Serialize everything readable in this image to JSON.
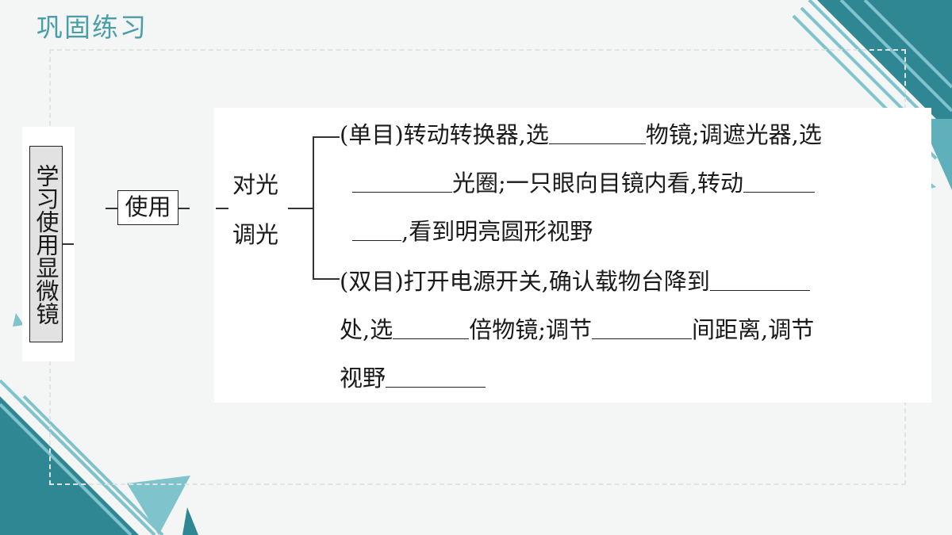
{
  "header": {
    "title": "巩固练习"
  },
  "mindmap": {
    "root_label": "学习使用显微镜",
    "node_label": "使用",
    "branch_label_1": "对光",
    "branch_label_2": "调光",
    "mono_prefix": "(单目)",
    "mono_line1_a": "转动转换器,选",
    "mono_line1_b": "物镜;调遮光器,选",
    "mono_line2_a": "光圈;一只眼向目镜内看,转动",
    "mono_line3_a": ",看到明亮圆形视野",
    "bino_prefix": "(双目)",
    "bino_line1_a": "打开电源开关,确认载物台降到",
    "bino_line2_a": "处,选",
    "bino_line2_b": "倍物镜;调节",
    "bino_line2_c": "间距离,调节",
    "bino_line3_a": "视野"
  },
  "colors": {
    "title": "#4a9ea8",
    "accent_dark": "#2f8793",
    "accent_light": "#7fc3cc"
  }
}
